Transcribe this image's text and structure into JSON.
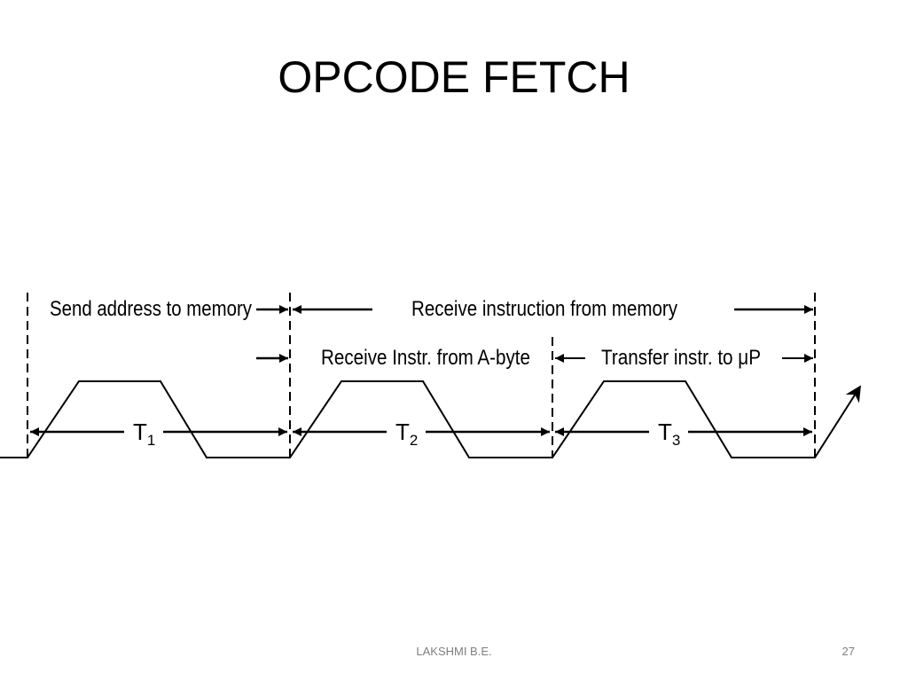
{
  "slide": {
    "title": "OPCODE FETCH",
    "footer_author": "LAKSHMI B.E.",
    "page_number": "27"
  },
  "diagram": {
    "labels": {
      "send_address": "Send address to memory",
      "receive_instruction": "Receive instruction from memory",
      "receive_instr_abyte": "Receive Instr. from A-byte",
      "transfer_instr": "Transfer instr. to μP"
    },
    "states": [
      {
        "main": "T",
        "sub": "1"
      },
      {
        "main": "T",
        "sub": "2"
      },
      {
        "main": "T",
        "sub": "3"
      }
    ]
  }
}
